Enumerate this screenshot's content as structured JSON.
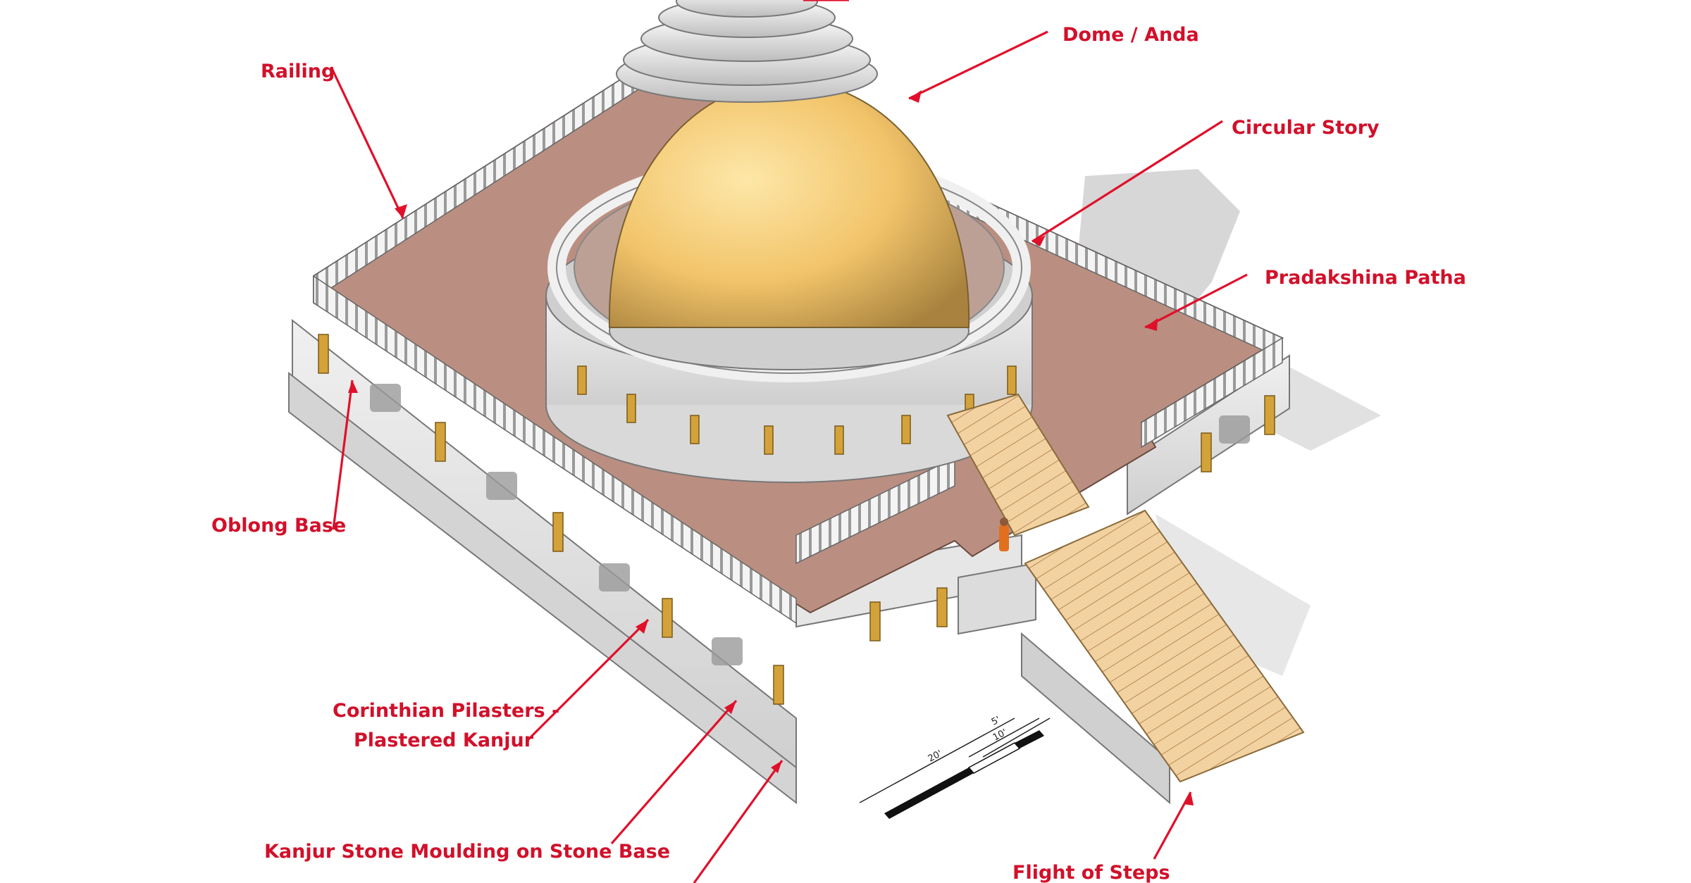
{
  "labels": {
    "railing": "Railing",
    "dome": "Dome / Anda",
    "circular_story": "Circular Story",
    "pradakshina_patha": "Pradakshina Patha",
    "oblong_base": "Oblong Base",
    "pilasters_line1": "Corinthian Pilasters -",
    "pilasters_line2": "Plastered Kanjur",
    "moulding": "Kanjur Stone Moulding on Stone Base",
    "steps": "Flight of Steps"
  },
  "scale_bar": {
    "label_20": "20'",
    "label_10": "10'",
    "label_5": "5'"
  },
  "colors": {
    "label": "#d2102a",
    "arrow": "#e0102a",
    "terrace": "#b98e80",
    "dome": "#f3c56a",
    "wall": "#e4e4e4",
    "pilaster": "#d4a23a",
    "steps": "#f2cf9c"
  }
}
